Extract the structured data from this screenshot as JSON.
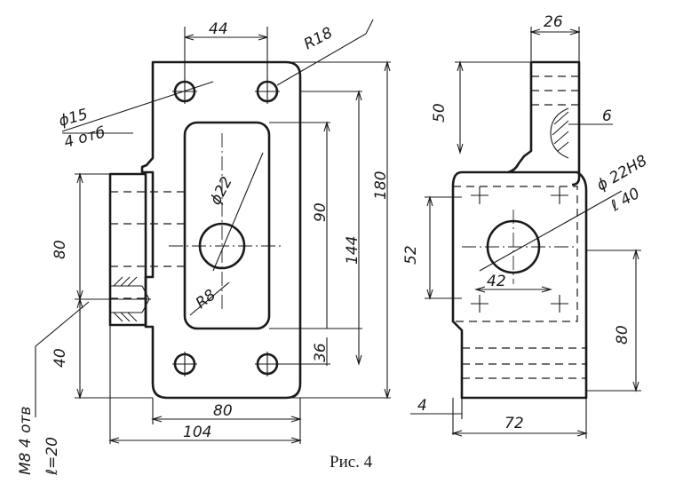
{
  "figure": {
    "caption": "Рис. 4"
  },
  "dimensions": {
    "width_44": "44",
    "radius_18": "R18",
    "hole_15": "ϕ15",
    "hole_15_count": "4 отб",
    "hole_22": "ϕ22",
    "radius_8": "R8",
    "height_90": "90",
    "height_144": "144",
    "height_180": "180",
    "offset_36": "36",
    "side_80": "80",
    "side_40": "40",
    "bottom_80": "80",
    "bottom_104": "104",
    "thread": "M8  4 отв",
    "thread_depth": "ℓ=20",
    "width_26": "26",
    "height_50": "50",
    "groove_6": "6",
    "bore": "ϕ 22H8",
    "bore_depth": "ℓ 40",
    "height_52": "52",
    "offset_42": "42",
    "right_80": "80",
    "offset_4": "4",
    "width_72": "72"
  }
}
